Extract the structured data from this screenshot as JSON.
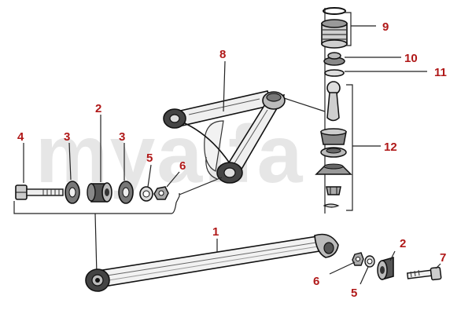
{
  "watermark": "myalfa",
  "label_color": "#b01818",
  "part_labels": {
    "p1": "1",
    "p2a": "2",
    "p2b": "2",
    "p3a": "3",
    "p3b": "3",
    "p4": "4",
    "p5a": "5",
    "p5b": "5",
    "p6a": "6",
    "p6b": "6",
    "p7": "7",
    "p8": "8",
    "p9": "9",
    "p10": "10",
    "p11": "11",
    "p12": "12"
  }
}
